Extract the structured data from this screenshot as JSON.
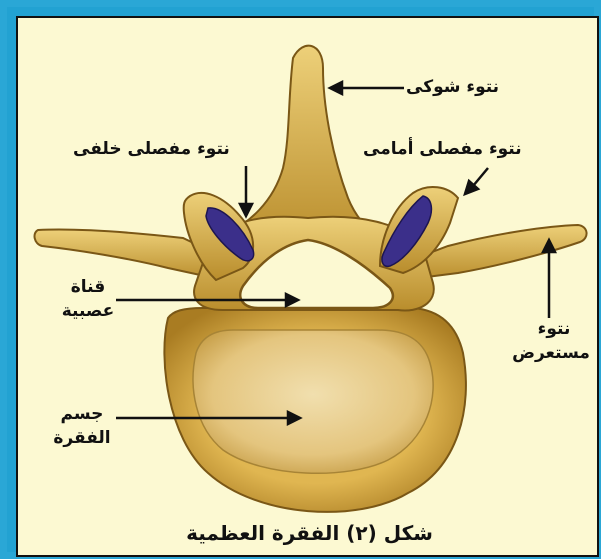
{
  "labels": {
    "spinous_process": "نتوء شوكى",
    "posterior_articular_process": "نتوء مفصلى خلفى",
    "anterior_articular_process": "نتوء مفصلى أمامى",
    "neural_canal_line1": "قناة",
    "neural_canal_line2": "عصبية",
    "transverse_process_line1": "نتوء",
    "transverse_process_line2": "مستعرض",
    "vertebral_body_line1": "جسم",
    "vertebral_body_line2": "الفقرة"
  },
  "caption": "شكل (٢) الفقرة العظمية",
  "colors": {
    "border": "#2aa7d6",
    "background": "#fcf9d2",
    "bone": "#d9b24a",
    "bone_dark": "#8f6a1c",
    "body_center": "#ecd7a3",
    "articular_facet": "#3b2f8a"
  }
}
